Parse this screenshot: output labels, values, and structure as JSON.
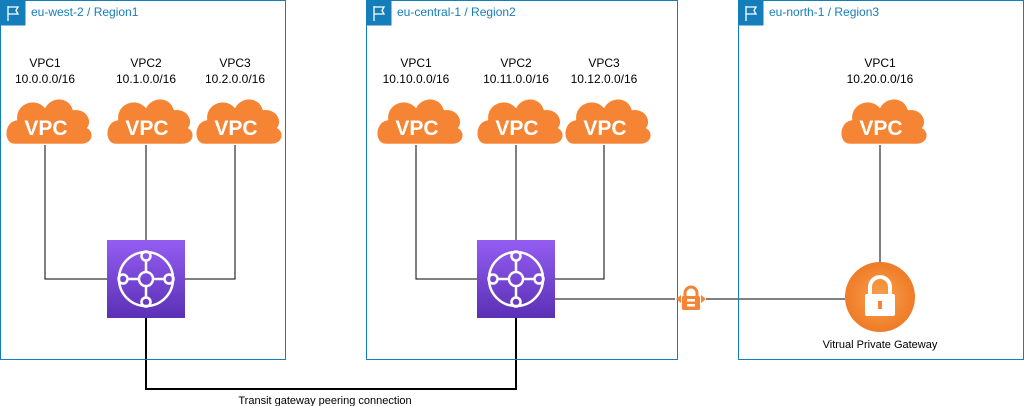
{
  "regions": [
    {
      "title": "eu-west-2 / Region1",
      "vpcs": [
        {
          "name": "VPC1",
          "cidr": "10.0.0.0/16",
          "label": "VPC"
        },
        {
          "name": "VPC2",
          "cidr": "10.1.0.0/16",
          "label": "VPC"
        },
        {
          "name": "VPC3",
          "cidr": "10.2.0.0/16",
          "label": "VPC"
        }
      ]
    },
    {
      "title": "eu-central-1 / Region2",
      "vpcs": [
        {
          "name": "VPC1",
          "cidr": "10.10.0.0/16",
          "label": "VPC"
        },
        {
          "name": "VPC2",
          "cidr": "10.11.0.0/16",
          "label": "VPC"
        },
        {
          "name": "VPC3",
          "cidr": "10.12.0.0/16",
          "label": "VPC"
        }
      ]
    },
    {
      "title": "eu-north-1 / Region3",
      "vpcs": [
        {
          "name": "VPC1",
          "cidr": "10.20.0.0/16",
          "label": "VPC"
        }
      ]
    }
  ],
  "vpg_label": "Vitrual Private Gateway",
  "peering_label": "Transit gateway peering connection",
  "colors": {
    "region_border": "#147eba",
    "vpc_orange": "#f58534",
    "tgw_top": "#945df2",
    "tgw_bottom": "#5a30b5",
    "line": "#000000"
  },
  "icons": {
    "region_flag": "flag-icon",
    "vpc": "vpc-cloud-icon",
    "transit_gateway": "transit-gateway-icon",
    "vpn_lock": "vpn-lock-icon",
    "virtual_private_gateway": "vpg-lock-icon"
  }
}
